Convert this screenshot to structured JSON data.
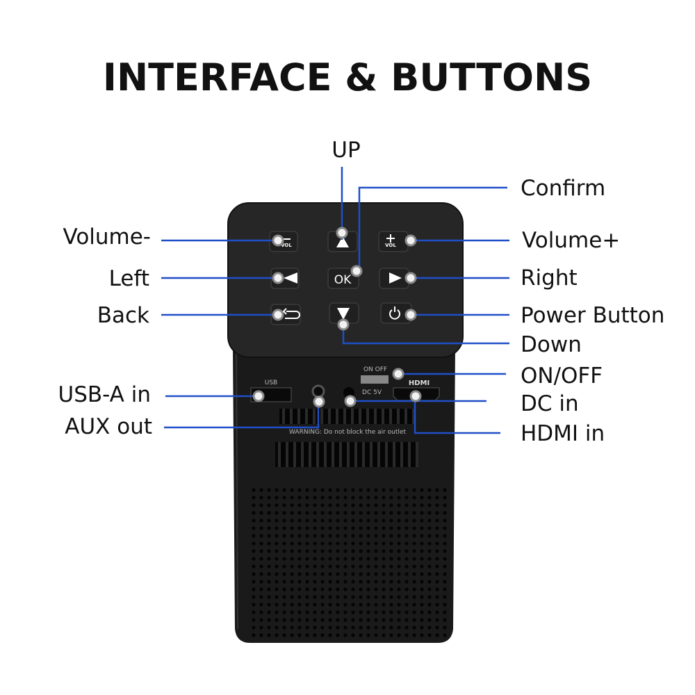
{
  "title": "INTERFACE & BUTTONS",
  "labels": {
    "up": "UP",
    "confirm": "Confirm",
    "volume_minus": "Volume-",
    "volume_plus": "Volume+",
    "left": "Left",
    "right": "Right",
    "back": "Back",
    "power": "Power Button",
    "down": "Down",
    "on_off": "ON/OFF",
    "usb": "USB-A in",
    "dc": "DC in",
    "aux": "AUX out",
    "hdmi": "HDMI in"
  },
  "device_markings": {
    "vol": "VOL",
    "ok": "OK",
    "usb": "USB",
    "switch": "ON  OFF",
    "dc": "DC 5V",
    "hdmi": "HDMI",
    "warning": "WARNING: Do not block the air outlet"
  },
  "colors": {
    "leader_line": "#1f4fc8",
    "device": "#1c1c1c"
  }
}
